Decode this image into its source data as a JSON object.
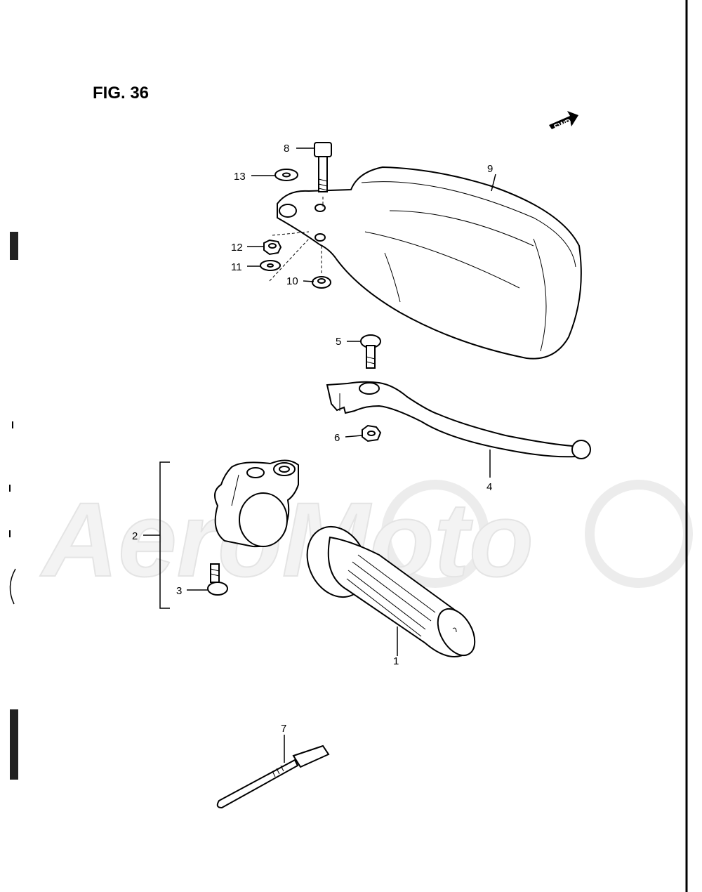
{
  "figure": {
    "title": "FIG. 36"
  },
  "watermark": {
    "text": "AeroMoto"
  },
  "direction_badge": {
    "text": "FWD"
  },
  "callouts": [
    {
      "id": "1",
      "label": "1"
    },
    {
      "id": "2",
      "label": "2"
    },
    {
      "id": "3",
      "label": "3"
    },
    {
      "id": "4",
      "label": "4"
    },
    {
      "id": "5",
      "label": "5"
    },
    {
      "id": "6",
      "label": "6"
    },
    {
      "id": "7",
      "label": "7"
    },
    {
      "id": "8",
      "label": "8"
    },
    {
      "id": "9",
      "label": "9"
    },
    {
      "id": "10",
      "label": "10"
    },
    {
      "id": "11",
      "label": "11"
    },
    {
      "id": "12",
      "label": "12"
    },
    {
      "id": "13",
      "label": "13"
    }
  ]
}
